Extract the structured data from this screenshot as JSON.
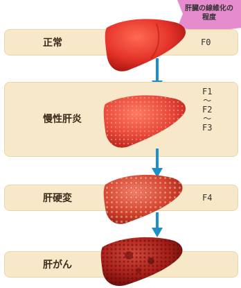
{
  "legend": {
    "line1": "肝臓の線維化の",
    "line2": "程度"
  },
  "stages": [
    {
      "label": "正常",
      "grade": "F0"
    },
    {
      "label": "慢性肝炎",
      "grade_lines": [
        "F1",
        "〜",
        "F2",
        "〜",
        "F3"
      ]
    },
    {
      "label": "肝硬変",
      "grade": "F4"
    },
    {
      "label": "肝がん"
    }
  ],
  "colors": {
    "band": "#f6e8c8",
    "arrow": "#1e8fc9",
    "legend_badge": "#e277c4",
    "liver_normal": "#e5332a",
    "liver_hepatitis": "#e8483a",
    "liver_cirrhosis": "#d8452e",
    "liver_cancer": "#a8201a"
  }
}
